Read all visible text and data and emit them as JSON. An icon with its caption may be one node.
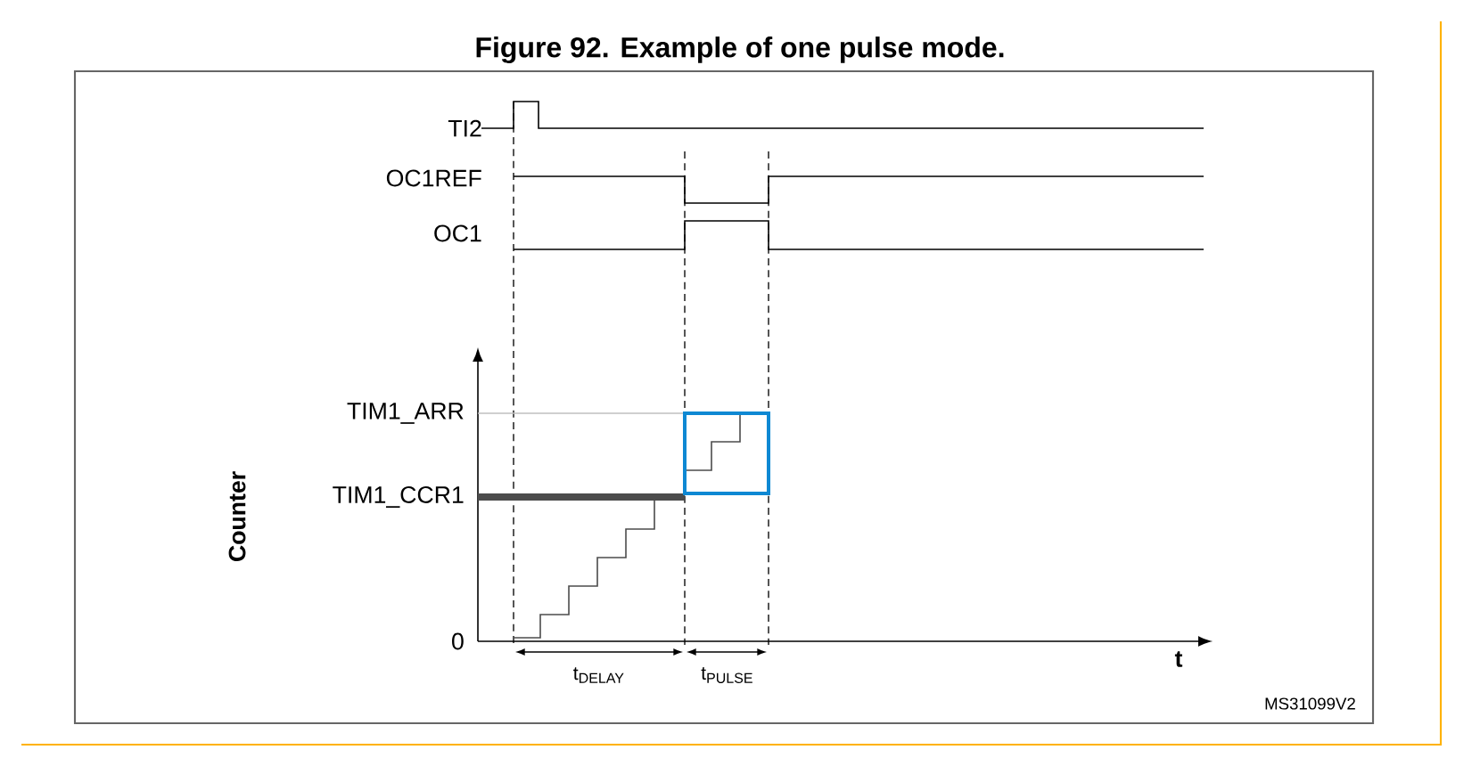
{
  "diagram": {
    "title": "Figure 92. Example of one pulse mode.",
    "labels": [
      "TI2",
      "OC1REF",
      "OC1",
      "TIM1_ARR",
      "Counter",
      "TIM1_CCR1",
      "0",
      "t$_{DELAY}$",
      "t$_{PULSE}$",
      "t",
      "MS31099V2"
    ]
  }
}
